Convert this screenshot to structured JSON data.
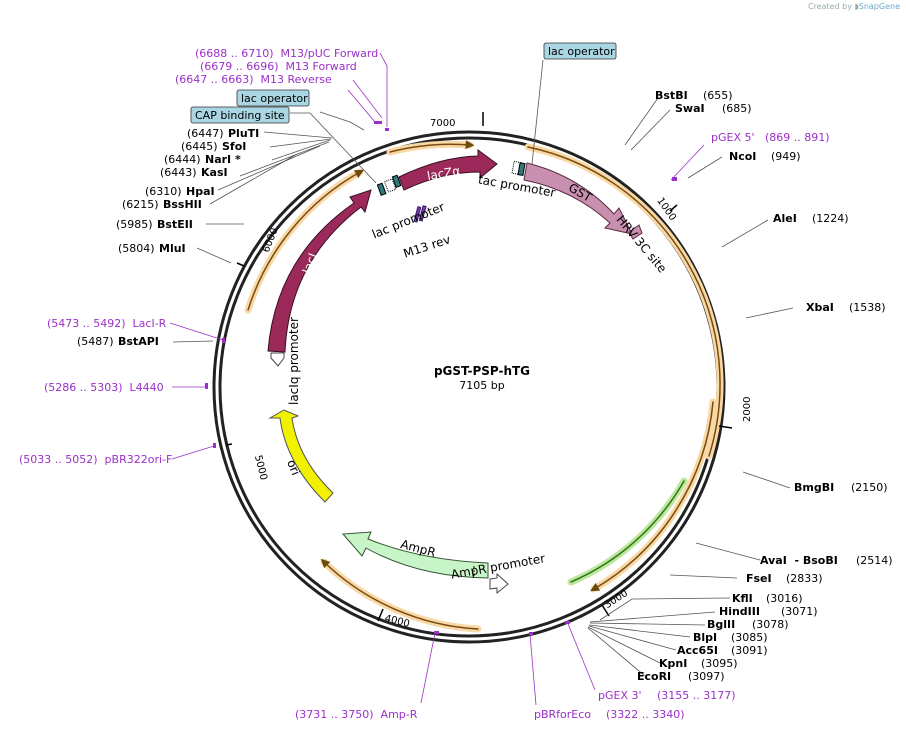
{
  "credit": {
    "prefix": "Created by",
    "brand": "SnapGene"
  },
  "plasmid": {
    "name": "pGST-PSP-hTG",
    "size": "7105 bp"
  },
  "ticks": [
    "1000",
    "2000",
    "3000",
    "4000",
    "5000",
    "6000",
    "7000"
  ],
  "sites": [
    {
      "name": "BstBI",
      "pos": "(655)"
    },
    {
      "name": "SwaI",
      "pos": "(685)"
    },
    {
      "name": "NcoI",
      "pos": "(949)"
    },
    {
      "name": "AleI",
      "pos": "(1224)"
    },
    {
      "name": "XbaI",
      "pos": "(1538)"
    },
    {
      "name": "BmgBI",
      "pos": "(2150)"
    },
    {
      "name": "AvaI  - BsoBI",
      "pos": "(2514)"
    },
    {
      "name": "FseI",
      "pos": "(2833)"
    },
    {
      "name": "KflI",
      "pos": "(3016)"
    },
    {
      "name": "HindIII",
      "pos": "(3071)"
    },
    {
      "name": "BglII",
      "pos": "(3078)"
    },
    {
      "name": "BlpI",
      "pos": "(3085)"
    },
    {
      "name": "Acc65I",
      "pos": "(3091)"
    },
    {
      "name": "KpnI",
      "pos": "(3095)"
    },
    {
      "name": "EcoRI",
      "pos": "(3097)"
    },
    {
      "name": "MluI",
      "pos": "(5804)"
    },
    {
      "name": "BstEII",
      "pos": "(5985)"
    },
    {
      "name": "BssHII",
      "pos": "(6215)"
    },
    {
      "name": "HpaI",
      "pos": "(6310)"
    },
    {
      "name": "KasI",
      "pos": "(6443)"
    },
    {
      "name": "NarI *",
      "pos": "(6444)"
    },
    {
      "name": "SfoI",
      "pos": "(6445)"
    },
    {
      "name": "PluTI",
      "pos": "(6447)"
    },
    {
      "name": "BstAPI",
      "pos": "(5487)"
    }
  ],
  "primers": [
    {
      "label": "(6688 .. 6710)  M13/pUC Forward"
    },
    {
      "label": "(6679 .. 6696)  M13 Forward"
    },
    {
      "label": "(6647 .. 6663)  M13 Reverse"
    },
    {
      "label": "pGEX 5'   (869 .. 891)"
    },
    {
      "label": "(5473 .. 5492)  LacI-R"
    },
    {
      "label": "(5286 .. 5303)  L4440"
    },
    {
      "label": "(5033 .. 5052)  pBR322ori-F"
    },
    {
      "label": "(3731 .. 3750)  Amp-R"
    },
    {
      "label": "pBRforEco"
    },
    {
      "label": "(3322 .. 3340)"
    },
    {
      "label": "pGEX 3'"
    },
    {
      "label": "(3155 .. 3177)"
    }
  ],
  "boxes": [
    {
      "label": "lac operator"
    },
    {
      "label": "lac operator"
    },
    {
      "label": "CAP binding site"
    }
  ],
  "features": [
    {
      "label": "lacZα",
      "color": "#9b2a5a"
    },
    {
      "label": "lacI",
      "color": "#9b2a5a"
    },
    {
      "label": "GST",
      "color": "#c98fae"
    },
    {
      "label": "ori",
      "color": "#f2f200"
    },
    {
      "label": "AmpR",
      "color": "#c8f5c8"
    },
    {
      "label": "lac promoter"
    },
    {
      "label": "tac promoter"
    },
    {
      "label": "HRV 3C site"
    },
    {
      "label": "M13 rev"
    },
    {
      "label": "lacIq promoter"
    },
    {
      "label": "AmpR promoter"
    }
  ]
}
